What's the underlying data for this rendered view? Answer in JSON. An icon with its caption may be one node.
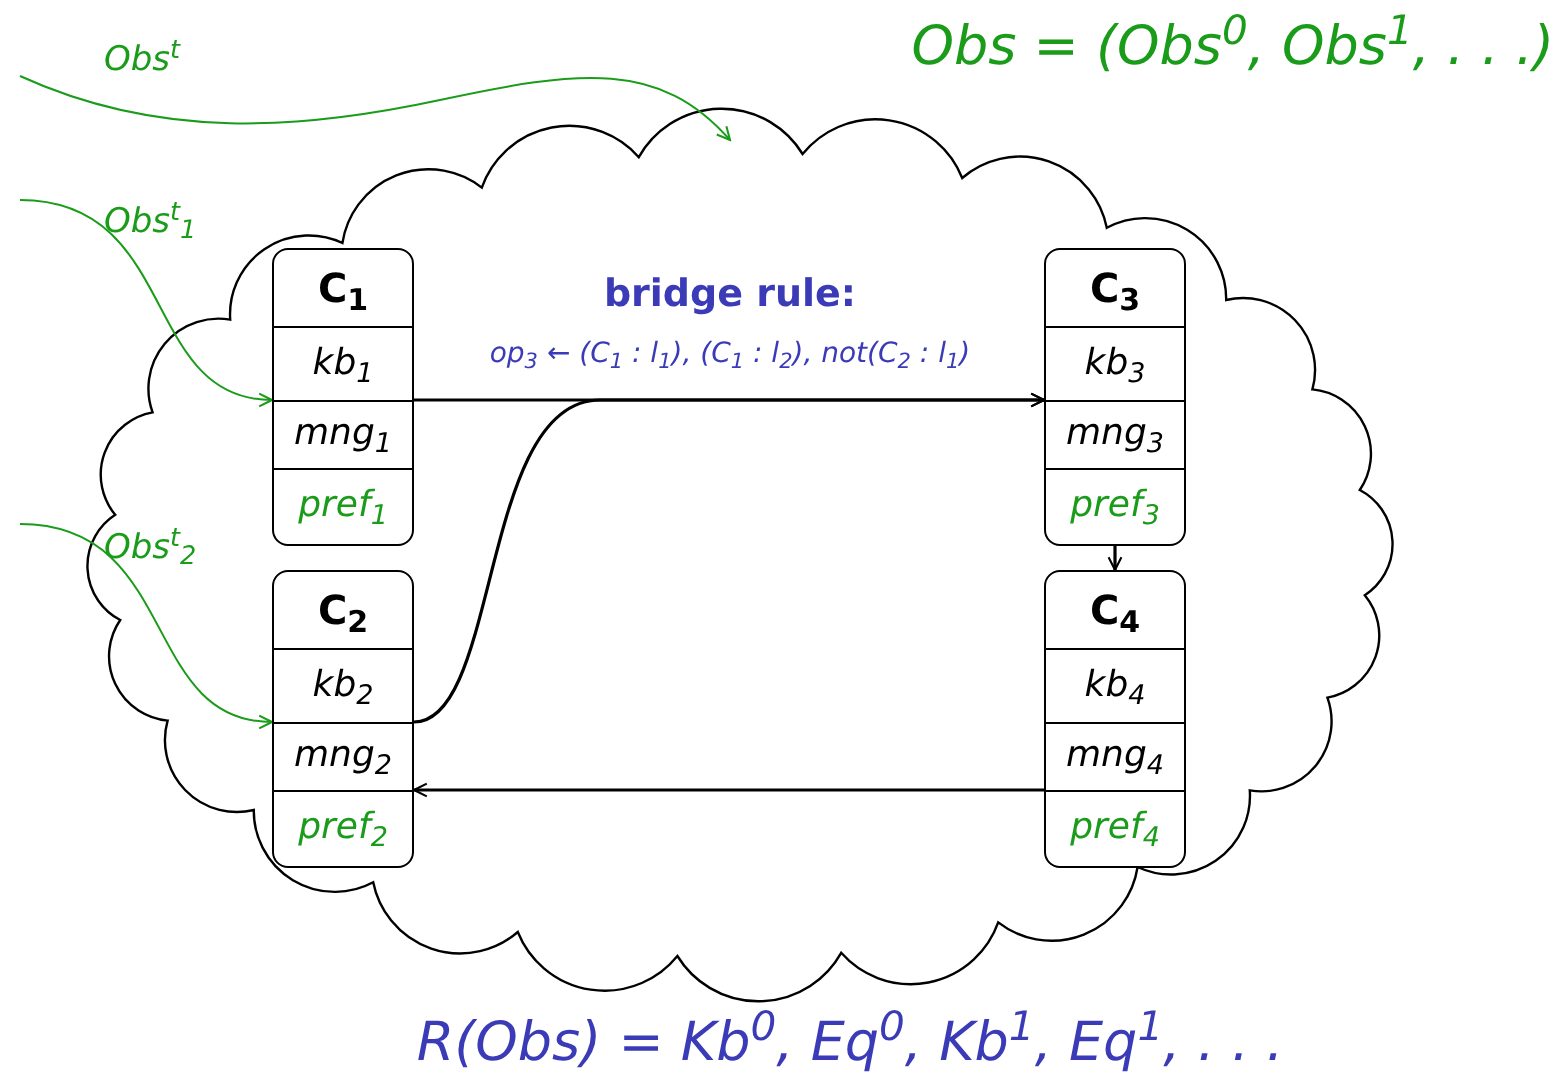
{
  "diagram": {
    "nodes": [
      {
        "text": [],
        "shape": "cloud"
      },
      {
        "text": [
          "C$_{1}$",
          "kb$_{1}$",
          "mng$_{1}$",
          "pref$_{1}$"
        ],
        "in": 0
      },
      {
        "text": [
          "C$_{2}$",
          "kb$_{2}$",
          "mng$_{2}$",
          "pref$_{2}$"
        ],
        "in": 0
      },
      {
        "text": [
          "C$_{3}$",
          "kb$_{3}$",
          "mng$_{3}$",
          "pref$_{3}$"
        ],
        "in": 0
      },
      {
        "text": [
          "C$_{4}$",
          "kb$_{4}$",
          "mng$_{4}$",
          "pref$_{4}$"
        ],
        "in": 0
      }
    ],
    "edges": [
      {
        "from": null,
        "to": 0,
        "arrow": "to",
        "label": "Obs$^{t}$",
        "color": "#1a9c1a"
      },
      {
        "from": null,
        "to": 1,
        "arrow": "to",
        "label": "Obs$^{t}$$_{1}$",
        "color": "#1a9c1a"
      },
      {
        "from": null,
        "to": 2,
        "arrow": "to",
        "label": "Obs$^{t}$$_{2}$",
        "color": "#1a9c1a"
      },
      {
        "from": 1,
        "to": 3,
        "arrow": "to",
        "label": "op$_{3}$ ← (C$_{1}$ : l$_{1}$), (C$_{1}$ : l$_{2}$), not(C$_{2}$ : l$_{1}$)"
      },
      {
        "from": 2,
        "to": 3,
        "arrow": "to"
      },
      {
        "from": 3,
        "to": 4,
        "arrow": "to"
      },
      {
        "from": 4,
        "to": 2,
        "arrow": "to"
      }
    ],
    "labels": [
      "Obs = (Obs$^{0}$, Obs$^{1}$, . . .)",
      "bridge rule:",
      "R(Obs) = Kb$^{0}$, Eq$^{0}$, Kb$^{1}$, Eq$^{1}$, . . ."
    ]
  }
}
